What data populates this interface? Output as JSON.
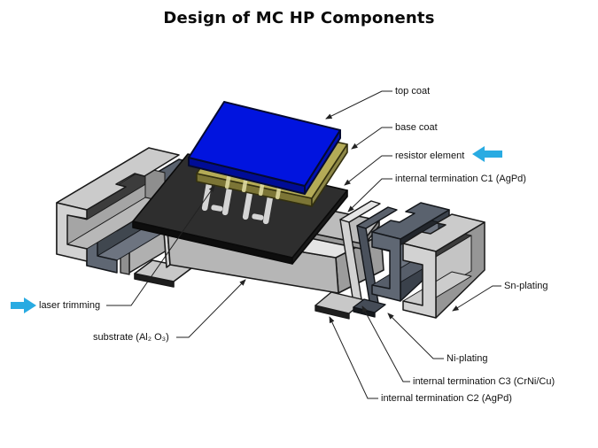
{
  "title": "Design of MC HP Components",
  "diagram": {
    "type": "exploded-view technical illustration of a thick film chip resistor",
    "callouts": {
      "top_coat": {
        "text": "top coat"
      },
      "base_coat": {
        "text": "base coat"
      },
      "resistor_element": {
        "text": "resistor element"
      },
      "termination_c1": {
        "text": "internal termination C1 (AgPd)"
      },
      "sn_plating": {
        "text": "Sn-plating"
      },
      "ni_plating": {
        "text": "Ni-plating"
      },
      "termination_c3": {
        "text": "internal termination C3 (CrNi/Cu)"
      },
      "termination_c2": {
        "text": "internal termination C2 (AgPd)"
      },
      "laser_trimming": {
        "text": "laser trimming"
      },
      "substrate": {
        "text": "substrate (Al₂ O₃)"
      }
    },
    "components": [
      "top coat",
      "base coat",
      "resistor element",
      "internal termination C1 (AgPd)",
      "substrate (Al₂ O₃)",
      "internal termination C2 (AgPd)",
      "internal termination C3 (CrNi/Cu)",
      "Ni-plating",
      "Sn-plating"
    ],
    "colors": {
      "top_coat_blue": "#0114df",
      "base_coat_olive": "#b4ab57",
      "resistor_dark": "#2e2e2e",
      "substrate_gray": "#e4e4e4",
      "metal_light": "#cbcbcb",
      "metal_slate": "#5a626e",
      "highlight_arrow_cyan": "#29abe2",
      "leader_line": "#222222",
      "background": "#ffffff"
    }
  }
}
